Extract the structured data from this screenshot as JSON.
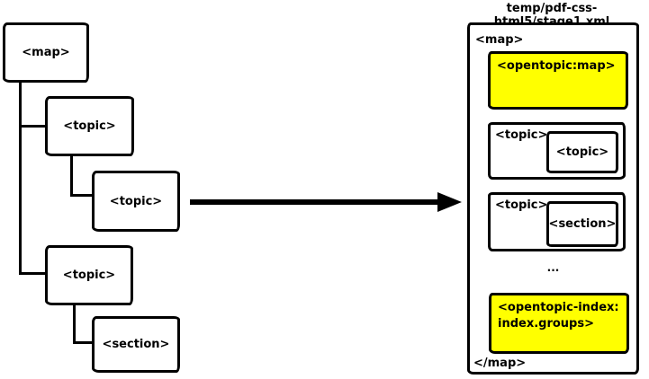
{
  "diagram": {
    "tree": {
      "nodes": [
        {
          "id": "map",
          "label": "<map>"
        },
        {
          "id": "topic-1",
          "label": "<topic>"
        },
        {
          "id": "topic-2",
          "label": "<topic>"
        },
        {
          "id": "topic-3",
          "label": "<topic>"
        },
        {
          "id": "section",
          "label": "<section>"
        }
      ]
    },
    "panel": {
      "title": "temp/pdf-css-html5/stage1.xml",
      "open_tag": "<map>",
      "close_tag": "</map>",
      "blocks": [
        {
          "type": "highlight",
          "label": "<opentopic:map>"
        },
        {
          "type": "nested",
          "outer_label": "<topic>",
          "inner_label": "<topic>"
        },
        {
          "type": "nested",
          "outer_label": "<topic>",
          "inner_label": "<section>"
        },
        {
          "type": "ellipsis",
          "label": "..."
        },
        {
          "type": "highlight",
          "label": "<opentopic-index: index.groups>"
        }
      ]
    },
    "colors": {
      "highlight": "#ffff00",
      "line": "#000000",
      "background": "#ffffff"
    }
  }
}
